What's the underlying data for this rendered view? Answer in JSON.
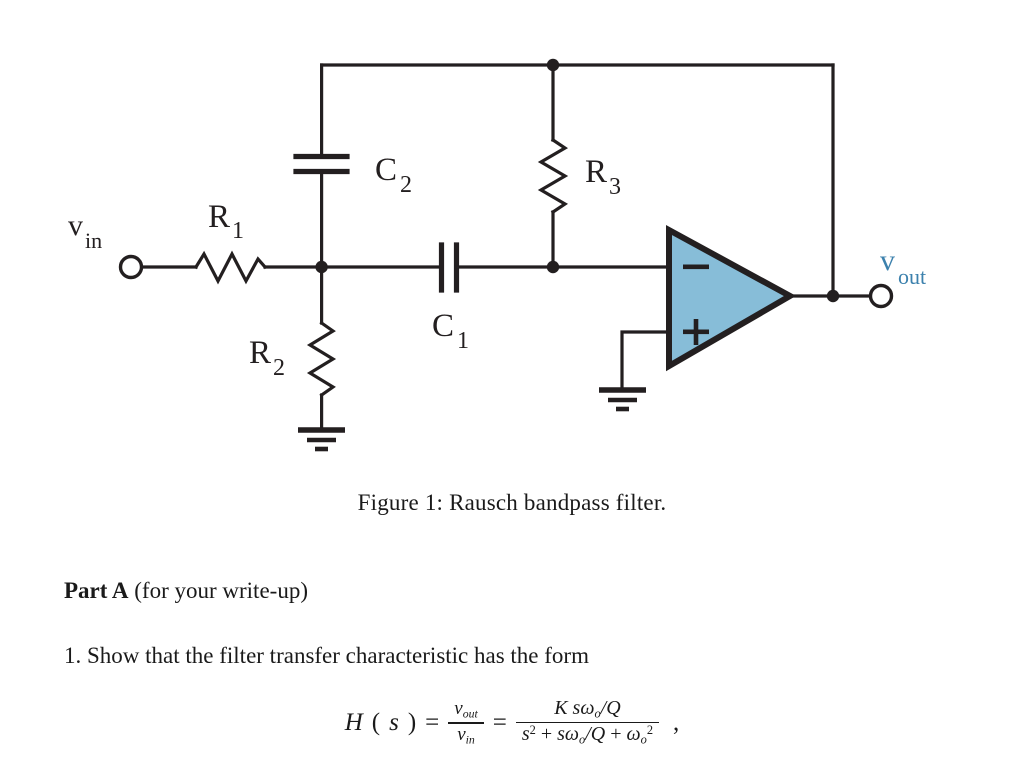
{
  "figure": {
    "caption": "Figure 1: Rausch bandpass filter.",
    "input_terminal_label_main": "v",
    "input_terminal_label_sub": "in",
    "output_terminal_label_main": "v",
    "output_terminal_label_sub": "out",
    "opamp": {
      "inverting_symbol": "−",
      "noninverting_symbol": "+",
      "fill_color": "#87bdd8",
      "stroke_color": "#231f20"
    },
    "components": [
      {
        "id": "R1",
        "type": "resistor",
        "letter": "R",
        "subscript": "1",
        "orientation": "horizontal"
      },
      {
        "id": "R2",
        "type": "resistor",
        "letter": "R",
        "subscript": "2",
        "orientation": "vertical"
      },
      {
        "id": "R3",
        "type": "resistor",
        "letter": "R",
        "subscript": "3",
        "orientation": "vertical"
      },
      {
        "id": "C1",
        "type": "capacitor",
        "letter": "C",
        "subscript": "1",
        "orientation": "horizontal"
      },
      {
        "id": "C2",
        "type": "capacitor",
        "letter": "C",
        "subscript": "2",
        "orientation": "vertical"
      }
    ],
    "wire_color": "#231f20",
    "output_label_color": "#3c81ad"
  },
  "body": {
    "part_a_bold": "Part A",
    "part_a_rest": "(for your write-up)",
    "item_1": "1. Show that the filter transfer characteristic has the form"
  },
  "equation": {
    "lhs": "H",
    "lhs_paren_open": "(",
    "lhs_arg": "s",
    "lhs_paren_close": ")",
    "equals_1": "=",
    "frac1_num_main": "v",
    "frac1_num_sub": "out",
    "frac1_den_main": "v",
    "frac1_den_sub": "in",
    "equals_2": "=",
    "frac2_num": "K sω",
    "frac2_num_sub": "o",
    "frac2_num_tail": "/Q",
    "frac2_den_a": "s",
    "frac2_den_a_sup": "2",
    "frac2_den_plus1": "+",
    "frac2_den_b": "sω",
    "frac2_den_b_sub": "o",
    "frac2_den_b_tail": "/Q",
    "frac2_den_plus2": "+",
    "frac2_den_c": "ω",
    "frac2_den_c_sub": "o",
    "frac2_den_c_sup": "2",
    "trailing_comma": ","
  }
}
